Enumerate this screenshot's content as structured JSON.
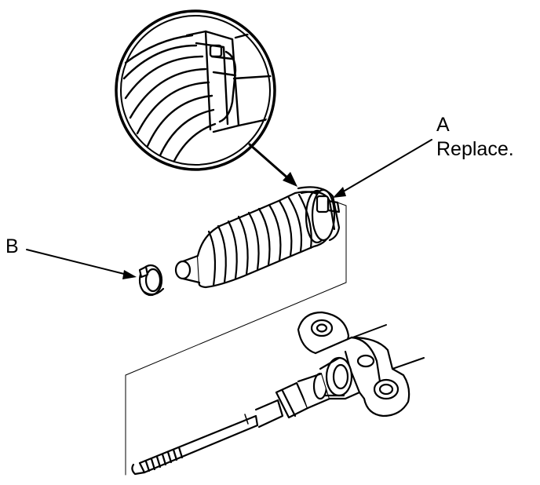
{
  "labels": {
    "a": {
      "letter": "A",
      "text": "Replace."
    },
    "b": {
      "letter": "B"
    }
  },
  "colors": {
    "ink": "#000000",
    "paper": "#ffffff"
  },
  "icons": [
    "tie-rod-end-icon",
    "steering-boot-icon",
    "boot-band-clamp-icon",
    "boot-clip-icon",
    "detail-magnifier-icon"
  ]
}
